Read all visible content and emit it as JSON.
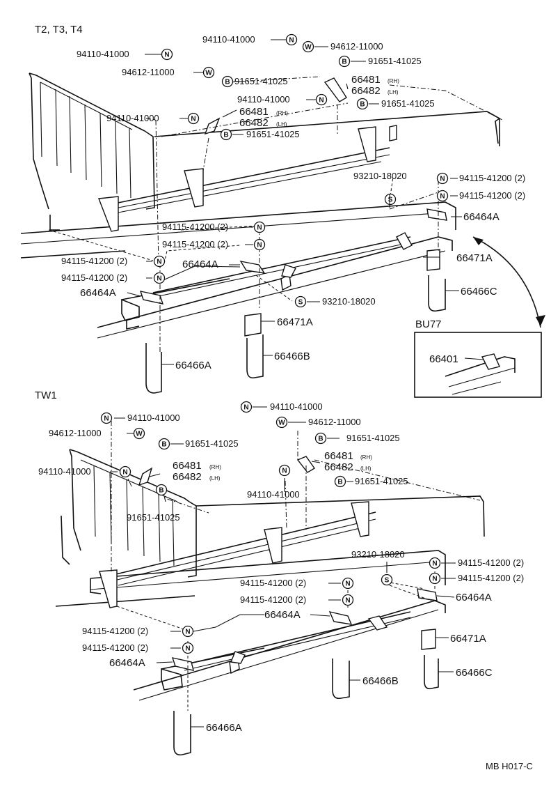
{
  "sections": [
    {
      "title": "T2, T3, T4",
      "labels": {
        "p94110_a": "94110-41000",
        "p94612_a": "94612-11000",
        "p91651_a": "91651-41025",
        "p94110_b": "94110-41000",
        "p94612_b": "94612-11000",
        "p91651_b": "91651-41025",
        "p94110_c": "94110-41000",
        "p91651_c": "91651-41025",
        "p94110_d": "94110-41000",
        "p91651_d": "91651-41025",
        "p66481_a": "66481",
        "p66482_a": "66482",
        "p66481_b": "66481",
        "p66482_b": "66482",
        "p93210_a": "93210-18020",
        "p93210_b": "93210-18020",
        "p94115_a": "94115-41200 (2)",
        "p94115_b": "94115-41200 (2)",
        "p94115_c": "94115-41200 (2)",
        "p94115_d": "94115-41200 (2)",
        "p94115_e": "94115-41200 (2)",
        "p94115_f": "94115-41200 (2)",
        "p66464_a": "66464A",
        "p66464_b": "66464A",
        "p66464_c": "66464A",
        "p66471_a": "66471A",
        "p66471_b": "66471A",
        "p66466_a": "66466A",
        "p66466_b": "66466B",
        "p66466_c": "66466C"
      },
      "inset": {
        "title": "BU77",
        "part": "66401"
      }
    },
    {
      "title": "TW1",
      "labels": {
        "p94110_a": "94110-41000",
        "p94612_a": "94612-11000",
        "p91651_a": "91651-41025",
        "p94110_b": "94110-41000",
        "p94612_b": "94612-11000",
        "p91651_b": "91651-41025",
        "p94110_c": "94110-41000",
        "p91651_c": "91651-41025",
        "p94110_d": "94110-41000",
        "p91651_d": "91651-41025",
        "p66481_a": "66481",
        "p66482_a": "66482",
        "p66481_b": "66481",
        "p66482_b": "66482",
        "p93210": "93210-18020",
        "p94115_a": "94115-41200 (2)",
        "p94115_b": "94115-41200 (2)",
        "p94115_c": "94115-41200 (2)",
        "p94115_d": "94115-41200 (2)",
        "p94115_e": "94115-41200 (2)",
        "p94115_f": "94115-41200 (2)",
        "p66464_a": "66464A",
        "p66464_b": "66464A",
        "p66464_c": "66464A",
        "p66471": "66471A",
        "p66466_a": "66466A",
        "p66466_b": "66466B",
        "p66466_c": "66466C"
      }
    }
  ],
  "side_marks": {
    "rh": "(RH)",
    "lh": "(LH)"
  },
  "badges": {
    "nut": "N",
    "washer": "W",
    "bolt": "B",
    "stud": "S"
  },
  "footer_code": "MB H017-C"
}
